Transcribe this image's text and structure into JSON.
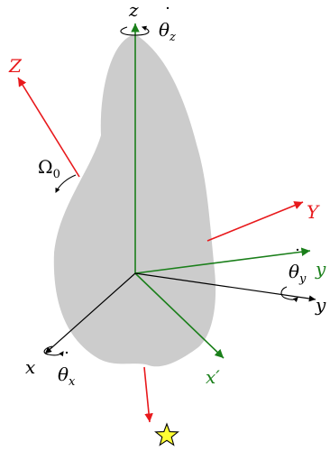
{
  "colors": {
    "body_fill": "#cccccc",
    "inertial_axes": "#e8191c",
    "body_axes": "#1a7f1a",
    "local_axes": "#000000",
    "star_fill": "#ffff33",
    "star_stroke": "#000000"
  },
  "labels": {
    "Z": "Z",
    "Y": "Y",
    "z": "z",
    "y_green": "y",
    "y_black": "y",
    "x": "x",
    "x_prime": "x′",
    "omega0": "Ω",
    "omega0_sub": "0",
    "theta": "θ",
    "theta_dot": "˙",
    "sub_z": "z",
    "sub_y": "y",
    "sub_x": "x"
  },
  "icons": {
    "star": "star-icon",
    "rotation_arrows": "curved-arrow-icon"
  }
}
